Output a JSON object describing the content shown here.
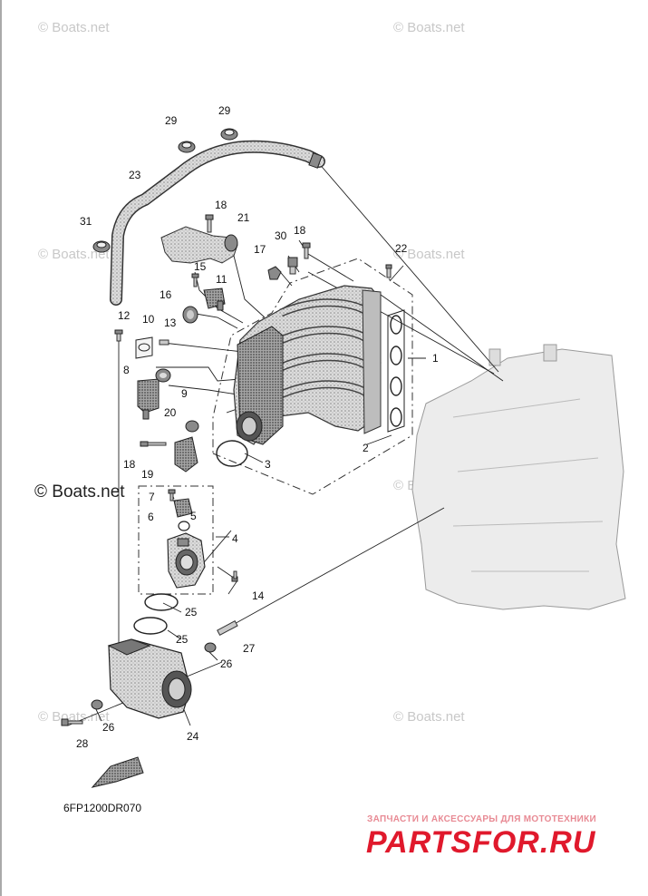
{
  "diagram": {
    "drawing_code": "6FP1200DR070",
    "watermarks": [
      {
        "text": "© Boats.net"
      },
      {
        "text": "© Boats.net"
      },
      {
        "text": "© Boats.net"
      },
      {
        "text": "© Boats.net"
      },
      {
        "text": "© Boats.net"
      },
      {
        "text": "© Boats.net"
      },
      {
        "text": "© Boats.net"
      }
    ],
    "watermark_main": "© Boats.net",
    "brand": {
      "tagline": "ЗАПЧАСТИ И АКСЕССУАРЫ ДЛЯ МОТОТЕХНИКИ",
      "logo": "PARTSFOR.RU"
    },
    "callouts": [
      {
        "label": "1"
      },
      {
        "label": "2"
      },
      {
        "label": "3"
      },
      {
        "label": "4"
      },
      {
        "label": "5"
      },
      {
        "label": "6"
      },
      {
        "label": "7"
      },
      {
        "label": "8"
      },
      {
        "label": "9"
      },
      {
        "label": "10"
      },
      {
        "label": "11"
      },
      {
        "label": "12"
      },
      {
        "label": "13"
      },
      {
        "label": "14"
      },
      {
        "label": "15"
      },
      {
        "label": "16"
      },
      {
        "label": "17"
      },
      {
        "label": "18"
      },
      {
        "label": "18"
      },
      {
        "label": "18"
      },
      {
        "label": "19"
      },
      {
        "label": "20"
      },
      {
        "label": "21"
      },
      {
        "label": "22"
      },
      {
        "label": "23"
      },
      {
        "label": "24"
      },
      {
        "label": "25"
      },
      {
        "label": "25"
      },
      {
        "label": "26"
      },
      {
        "label": "26"
      },
      {
        "label": "27"
      },
      {
        "label": "28"
      },
      {
        "label": "29"
      },
      {
        "label": "29"
      },
      {
        "label": "30"
      },
      {
        "label": "31"
      }
    ]
  }
}
